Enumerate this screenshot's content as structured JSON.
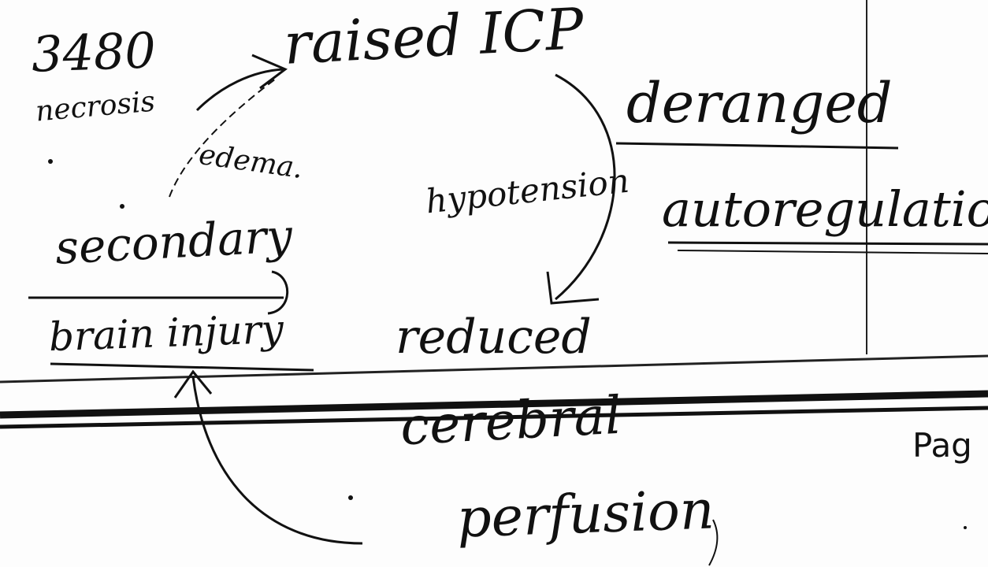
{
  "notes": {
    "count_3480": "3480",
    "necrosis": "necrosis",
    "raised_icp": "raised ICP",
    "deranged": "deranged",
    "edema": "edema.",
    "hypotension": "hypotension",
    "autoregulation": "autoregulation",
    "secondary": "secondary",
    "brain_injury": "brain injury",
    "reduced": "reduced",
    "cerebral": "cerebral",
    "perfusion": "perfusion"
  },
  "footer": {
    "page_label": "Pag"
  }
}
